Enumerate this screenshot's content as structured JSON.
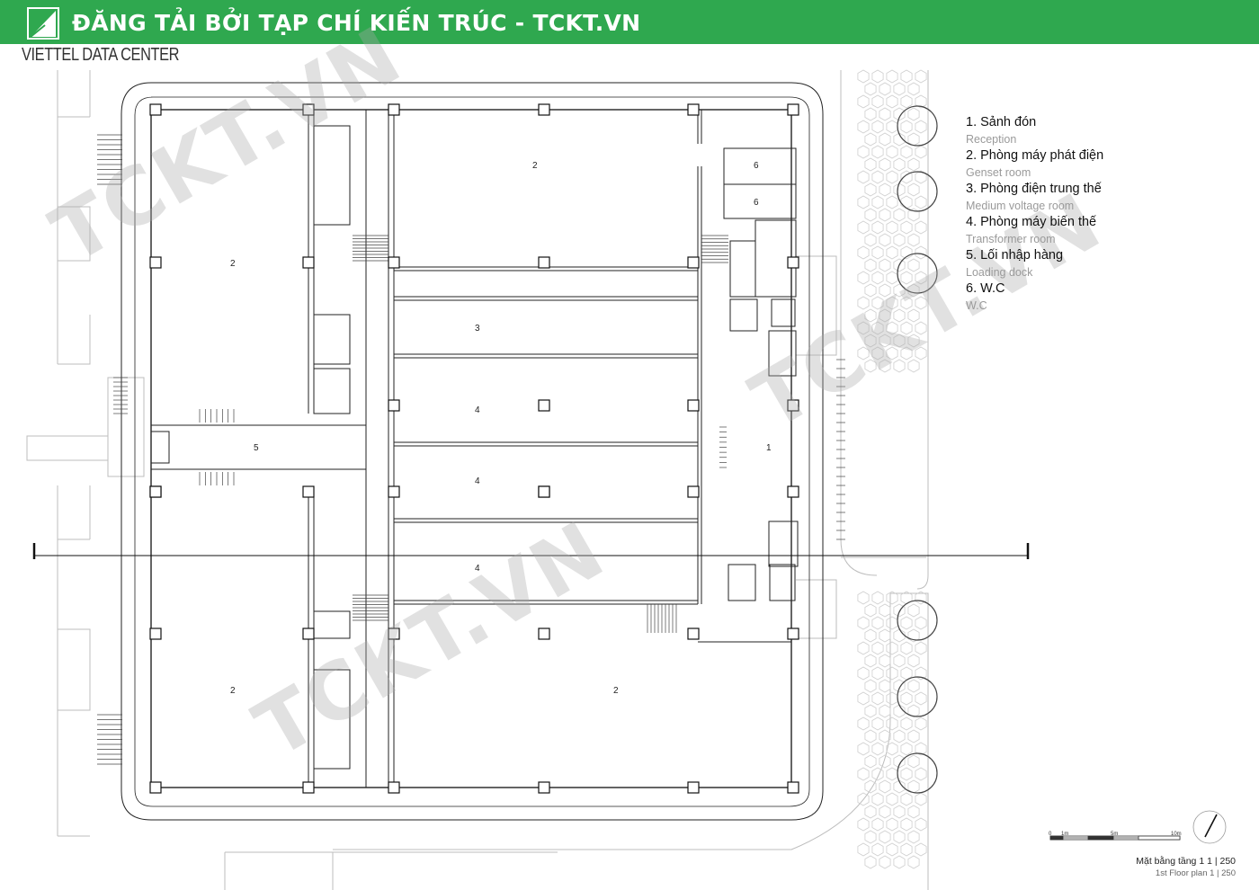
{
  "header": {
    "banner_title": "ĐĂNG TẢI BỞI TẠP CHÍ KIẾN TRÚC - TCKT.VN",
    "project_title": "VIETTEL DATA CENTER",
    "colors": {
      "banner": "#2fa84f",
      "text": "#ffffff"
    }
  },
  "watermark": {
    "text": "TCKT.VN"
  },
  "plan": {
    "rooms": [
      {
        "id": "r-genset-nw",
        "label": "2"
      },
      {
        "id": "r-genset-n",
        "label": "2"
      },
      {
        "id": "r-wc-1",
        "label": "6"
      },
      {
        "id": "r-wc-2",
        "label": "6"
      },
      {
        "id": "r-mv",
        "label": "3"
      },
      {
        "id": "r-trans-1",
        "label": "4"
      },
      {
        "id": "r-trans-2",
        "label": "4"
      },
      {
        "id": "r-trans-3",
        "label": "4"
      },
      {
        "id": "r-loading",
        "label": "5"
      },
      {
        "id": "r-reception",
        "label": "1"
      },
      {
        "id": "r-genset-sw",
        "label": "2"
      },
      {
        "id": "r-genset-s",
        "label": "2"
      }
    ]
  },
  "legend": {
    "items": [
      {
        "vi": "1. Sảnh đón",
        "en": "Reception"
      },
      {
        "vi": "2. Phòng máy phát điện",
        "en": "Genset room"
      },
      {
        "vi": "3. Phòng điện trung thế",
        "en": "Medium voltage room"
      },
      {
        "vi": "4. Phòng máy biến thế",
        "en": "Transformer room"
      },
      {
        "vi": "5. Lối nhập hàng",
        "en": "Loading dock"
      },
      {
        "vi": "6. W.C",
        "en": "W.C"
      }
    ]
  },
  "scale_bar": {
    "ticks": [
      "0",
      "1m",
      "5m",
      "10m"
    ]
  },
  "caption": {
    "vi": "Mặt bằng tầng 1   1 | 250",
    "en": "1st Floor plan   1 | 250"
  }
}
